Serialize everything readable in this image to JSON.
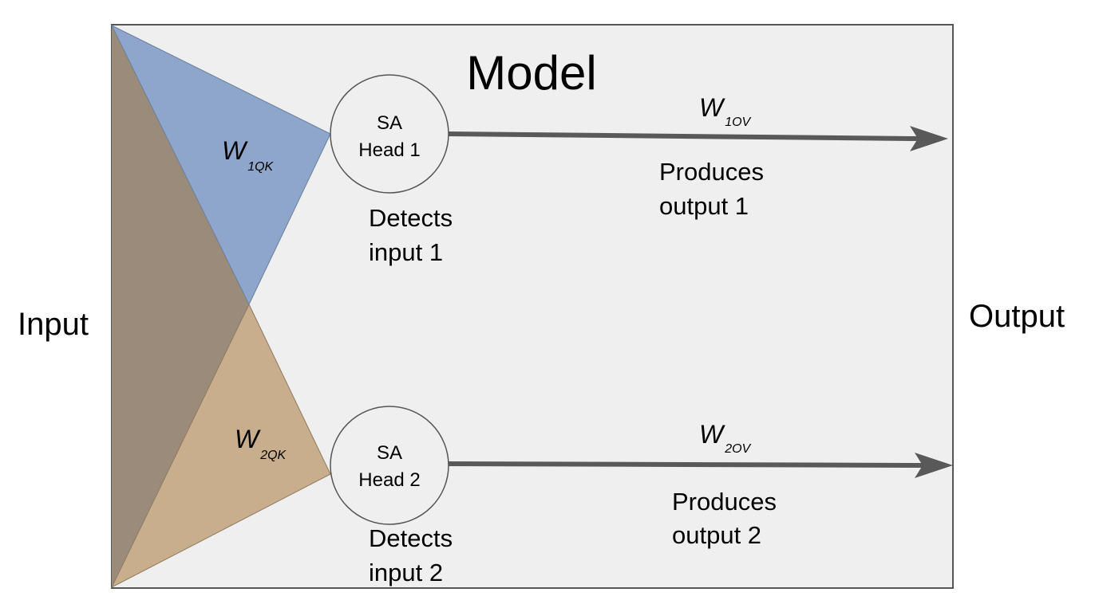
{
  "title": "Model",
  "input_label": "Input",
  "output_label": "Output",
  "colors": {
    "panel_fill": "#efefef",
    "panel_stroke": "#555555",
    "input_wedge": "#9b8b7a",
    "qk1_wedge": "#8ea6cc",
    "qk2_wedge": "#c8ae8c",
    "arrow": "#595959"
  },
  "heads": [
    {
      "name_line1": "SA",
      "name_line2": "Head 1",
      "qk_weight": {
        "base": "W",
        "sub": "1QK"
      },
      "ov_weight": {
        "base": "W",
        "sub": "1OV"
      },
      "detects_line1": "Detects",
      "detects_line2": "input 1",
      "produces_line1": "Produces",
      "produces_line2": "output 1"
    },
    {
      "name_line1": "SA",
      "name_line2": "Head 2",
      "qk_weight": {
        "base": "W",
        "sub": "2QK"
      },
      "ov_weight": {
        "base": "W",
        "sub": "2OV"
      },
      "detects_line1": "Detects",
      "detects_line2": "input 2",
      "produces_line1": "Produces",
      "produces_line2": "output 2"
    }
  ]
}
